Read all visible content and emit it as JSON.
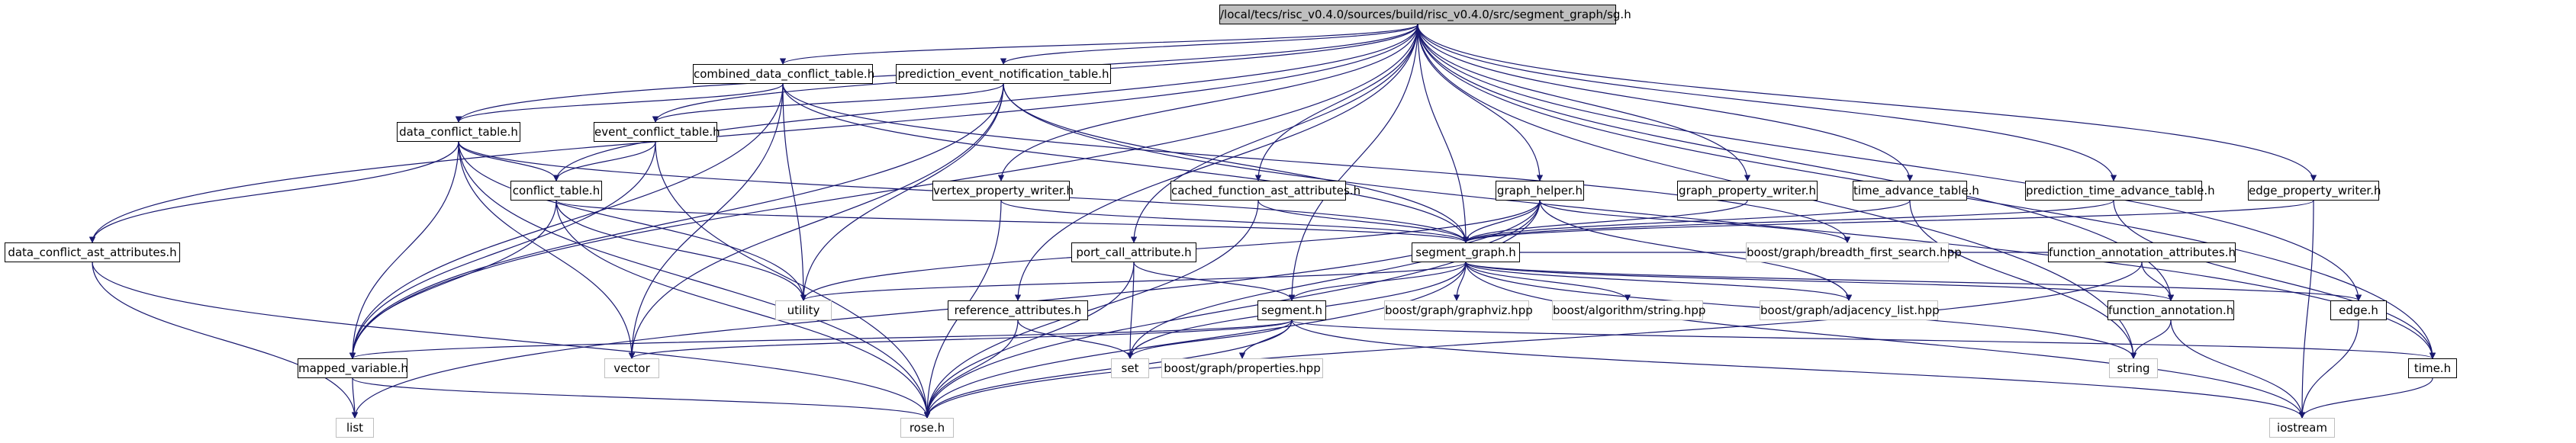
{
  "graph": {
    "root": "/local/tecs/risc_v0.4.0/sources/build/risc_v0.4.0/src/segment_graph/sg.h",
    "nodes": {
      "sg": "/local/tecs/risc_v0.4.0/sources/build/risc_v0.4.0/src/segment_graph/sg.h",
      "combined": "combined_data_conflict_table.h",
      "prediction_event": "prediction_event_notification_table.h",
      "data_conflict_table": "data_conflict_table.h",
      "event_conflict_table": "event_conflict_table.h",
      "conflict_table": "conflict_table.h",
      "data_conflict_ast": "data_conflict_ast_attributes.h",
      "vertex_property_writer": "vertex_property_writer.h",
      "cached_function": "cached_function_ast_attributes.h",
      "graph_helper": "graph_helper.h",
      "graph_property_writer": "graph_property_writer.h",
      "time_advance_table": "time_advance_table.h",
      "prediction_time_advance": "prediction_time_advance_table.h",
      "edge_property_writer": "edge_property_writer.h",
      "segment_graph": "segment_graph.h",
      "breadth_first_search": "boost/graph/breadth_first_search.hpp",
      "function_annotation_attributes": "function_annotation_attributes.h",
      "port_call": "port_call_attribute.h",
      "reference_attributes": "reference_attributes.h",
      "utility": "utility",
      "segment": "segment.h",
      "graphviz": "boost/graph/graphviz.hpp",
      "algorithm_string": "boost/algorithm/string.hpp",
      "adjacency_list": "boost/graph/adjacency_list.hpp",
      "function_annotation": "function_annotation.h",
      "edge": "edge.h",
      "mapped_variable": "mapped_variable.h",
      "vector": "vector",
      "set": "set",
      "properties": "boost/graph/properties.hpp",
      "string": "string",
      "time": "time.h",
      "list": "list",
      "rose": "rose.h",
      "iostream": "iostream"
    }
  },
  "colors": {
    "root_fill": "#bfbfbf",
    "node_border": "#000000",
    "external_border": "#bfbfbf",
    "edge": "#191970"
  }
}
